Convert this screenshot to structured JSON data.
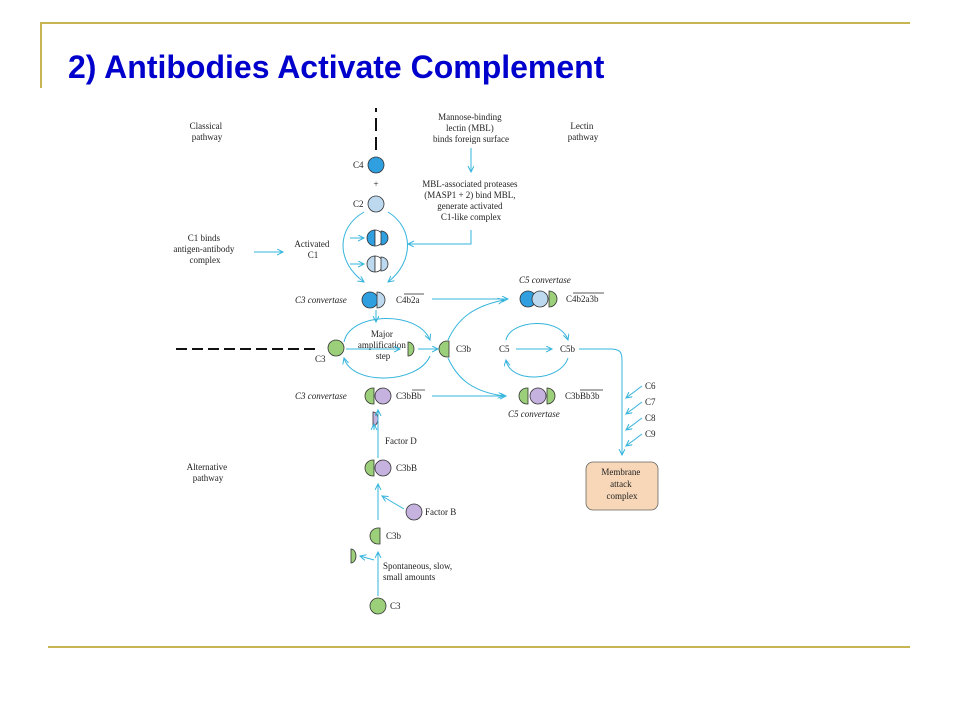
{
  "slide": {
    "title": "2) Antibodies Activate Complement"
  },
  "colors": {
    "accent_rule": "#c8b450",
    "title": "#0000cc",
    "arrow": "#35b4dc",
    "c4": "#2f9fe0",
    "c2": "#bcd9f0",
    "c3_green": "#9ccf7a",
    "factor_b": "#c6b2de",
    "mac_box": "#f7d7b8"
  },
  "diagram": {
    "labels": {
      "classical": [
        "Classical",
        "pathway"
      ],
      "lectin": [
        "Lectin",
        "pathway"
      ],
      "mbl": [
        "Mannose-binding",
        "lectin (MBL)",
        "binds foreign surface"
      ],
      "masp": [
        "MBL-associated proteases",
        "(MASP1 + 2) bind MBL,",
        "generate activated",
        "C1-like complex"
      ],
      "c1_binds": [
        "C1 binds",
        "antigen-antibody",
        "complex"
      ],
      "activated_c1": [
        "Activated",
        "C1"
      ],
      "c4": "C4",
      "plus": "+",
      "c2": "C2",
      "c3_convertase": "C3 convertase",
      "c4b2a": "C4b2a",
      "c5_convertase": "C5 convertase",
      "c4b2a3b": "C4b2a3b",
      "major_amp": [
        "Major",
        "amplification",
        "step"
      ],
      "c3": "C3",
      "c3b": "C3b",
      "c5": "C5",
      "c5b": "C5b",
      "c6": "C6",
      "c7": "C7",
      "c8": "C8",
      "c9": "C9",
      "c3bbb": "C3bBb",
      "c3bbb3b": "C3bBb3b",
      "factor_d": "Factor D",
      "alternative": [
        "Alternative",
        "pathway"
      ],
      "c3bb": "C3bB",
      "factor_b": "Factor B",
      "spontaneous": [
        "Spontaneous, slow,",
        "small amounts"
      ],
      "mac": [
        "Membrane",
        "attack",
        "complex"
      ]
    }
  }
}
